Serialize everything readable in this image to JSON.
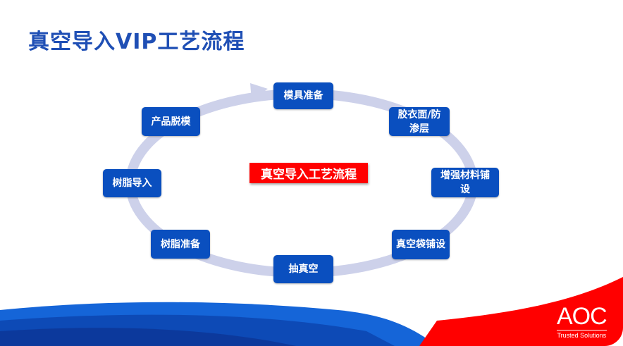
{
  "title": "真空导入VIP工艺流程",
  "center_label": "真空导入工艺流程",
  "steps": [
    {
      "label": "模具准备"
    },
    {
      "label": "胶衣面/防渗层"
    },
    {
      "label": "增强材料铺设"
    },
    {
      "label": "真空袋铺设"
    },
    {
      "label": "抽真空"
    },
    {
      "label": "树脂准备"
    },
    {
      "label": "树脂导入"
    },
    {
      "label": "产品脱模"
    }
  ],
  "logo": {
    "name": "AOC",
    "tagline": "Trusted Solutions"
  },
  "colors": {
    "title": "#1f4fb5",
    "step": "#0a4fbf",
    "ring": "#cdd1ea",
    "center": "#ff0000",
    "brand_red": "#ff0000",
    "brand_blue": "#1565d8"
  }
}
